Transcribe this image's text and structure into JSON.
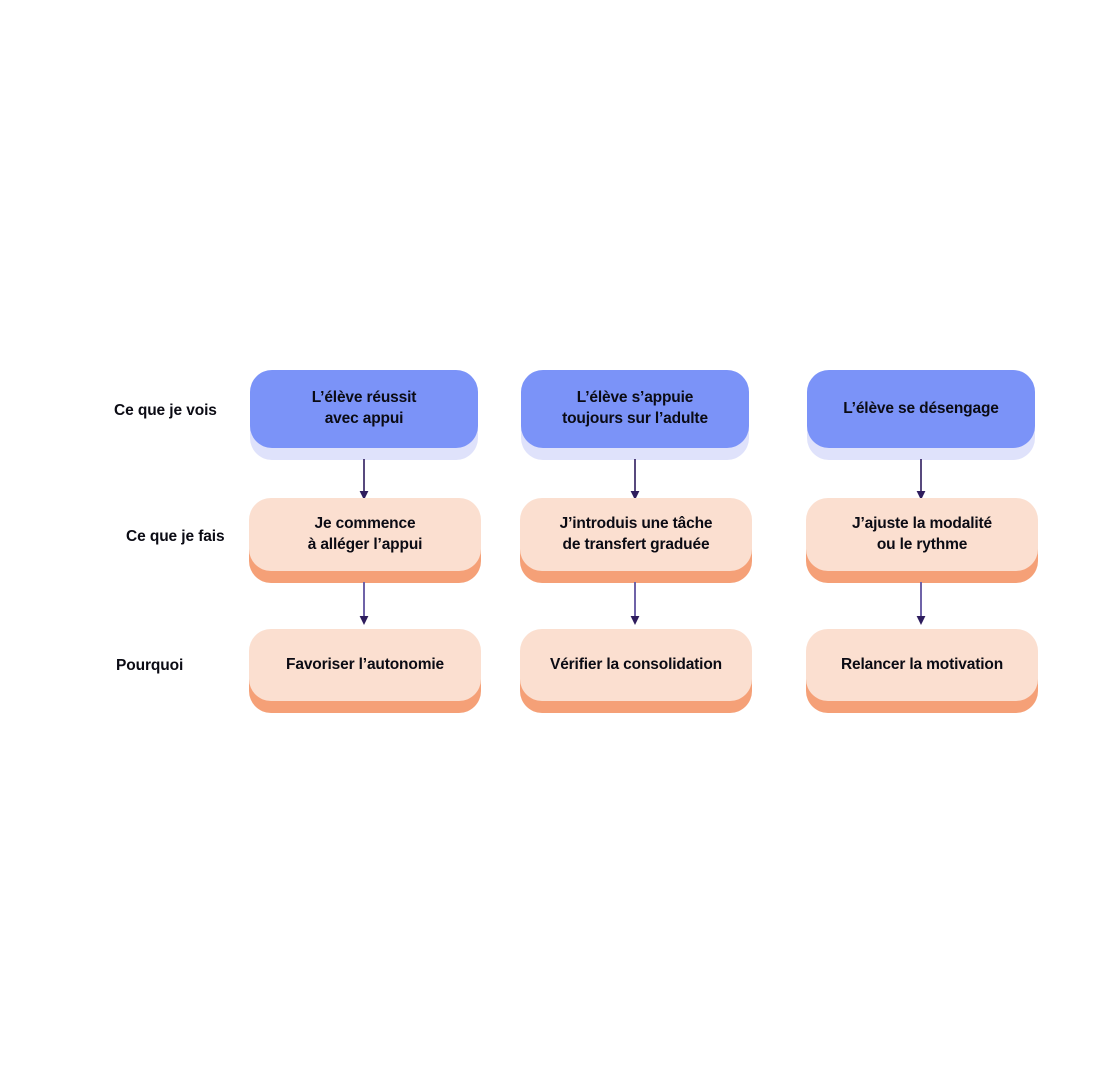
{
  "diagram": {
    "type": "flowchart-grid",
    "background_color": "#ffffff",
    "rows": [
      {
        "id": "see",
        "label": "Ce que je vois",
        "accent": "#7b93f8",
        "shadow": "#dfe2fb"
      },
      {
        "id": "do",
        "label": "Ce que je fais",
        "accent": "#fbdfd0",
        "shadow": "#f5a077"
      },
      {
        "id": "why",
        "label": "Pourquoi",
        "accent": "#fbdfd0",
        "shadow": "#f5a077"
      }
    ],
    "columns": [
      {
        "id": "col-1",
        "see": "L’élève réussit\navec appui",
        "do": "Je commence\nà alléger l’appui",
        "why": "Favoriser l’autonomie"
      },
      {
        "id": "col-2",
        "see": "L’élève s’appuie\ntoujours sur l’adulte",
        "do": "J’introduis une tâche\nde transfert graduée",
        "why": "Vérifier la consolidation"
      },
      {
        "id": "col-3",
        "see": "L’élève se désengage",
        "do": "J’ajuste la modalité\nou le rythme",
        "why": "Relancer la motivation"
      }
    ],
    "connectors": {
      "see_to_do_color": "#2e1d5e",
      "do_to_why_color": "#6f63a8",
      "style": "straight-arrow-down"
    }
  }
}
